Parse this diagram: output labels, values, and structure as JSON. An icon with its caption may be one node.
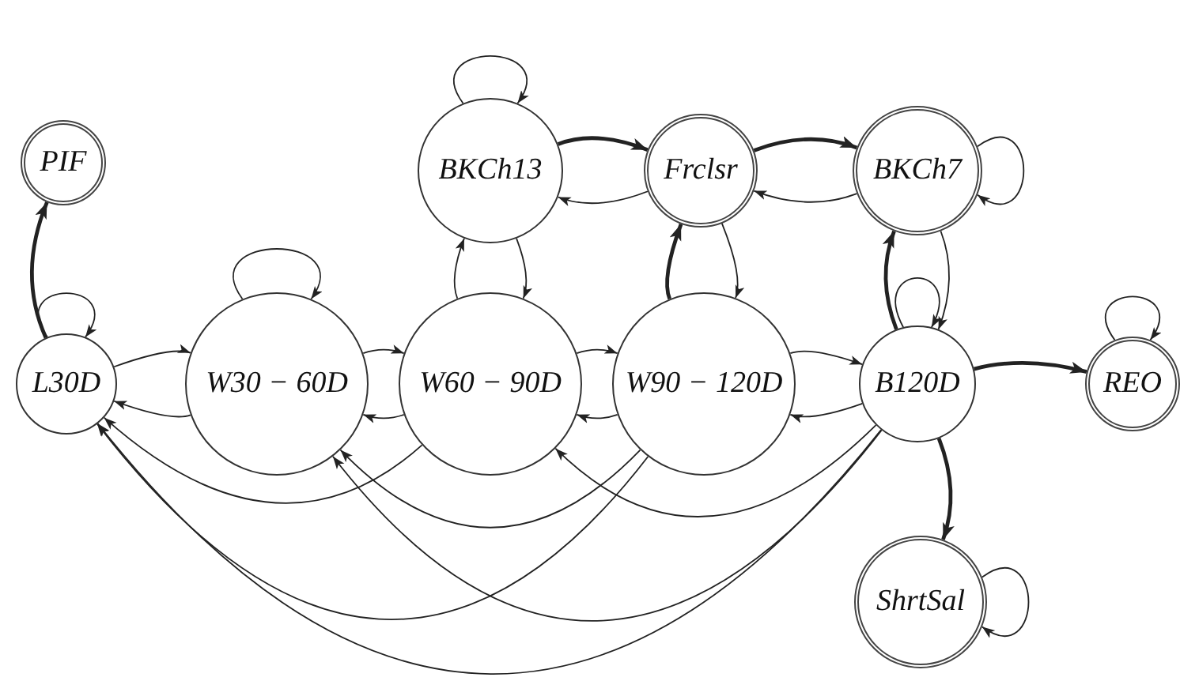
{
  "diagram": {
    "nodes": [
      {
        "text": [
          "PIF"
        ]
      },
      {
        "text": [
          "BKCh13"
        ]
      },
      {
        "text": [
          "Frclsr"
        ]
      },
      {
        "text": [
          "BKCh7"
        ]
      },
      {
        "text": [
          "L30D"
        ]
      },
      {
        "text": [
          "W30 − 60D"
        ]
      },
      {
        "text": [
          "W60 − 90D"
        ]
      },
      {
        "text": [
          "W90 − 120D"
        ]
      },
      {
        "text": [
          "B120D"
        ]
      },
      {
        "text": [
          "REO"
        ]
      },
      {
        "text": [
          "ShrtSal"
        ]
      }
    ],
    "edges": [
      {
        "from": 4,
        "to": 0,
        "arrow": "to",
        "style": "thick"
      },
      {
        "from": 4,
        "to": 4,
        "arrow": "to"
      },
      {
        "from": 4,
        "to": 5,
        "arrow": "to"
      },
      {
        "from": 5,
        "to": 4,
        "arrow": "to"
      },
      {
        "from": 5,
        "to": 5,
        "arrow": "to"
      },
      {
        "from": 5,
        "to": 6,
        "arrow": "to"
      },
      {
        "from": 6,
        "to": 5,
        "arrow": "to"
      },
      {
        "from": 6,
        "to": 1,
        "arrow": "to"
      },
      {
        "from": 1,
        "to": 6,
        "arrow": "to"
      },
      {
        "from": 1,
        "to": 1,
        "arrow": "to"
      },
      {
        "from": 1,
        "to": 2,
        "arrow": "to",
        "style": "thick"
      },
      {
        "from": 2,
        "to": 1,
        "arrow": "to"
      },
      {
        "from": 6,
        "to": 7,
        "arrow": "to"
      },
      {
        "from": 7,
        "to": 6,
        "arrow": "to"
      },
      {
        "from": 7,
        "to": 2,
        "arrow": "to",
        "style": "thick"
      },
      {
        "from": 2,
        "to": 7,
        "arrow": "to"
      },
      {
        "from": 2,
        "to": 3,
        "arrow": "to",
        "style": "thick"
      },
      {
        "from": 3,
        "to": 2,
        "arrow": "to"
      },
      {
        "from": 3,
        "to": 3,
        "arrow": "to"
      },
      {
        "from": 7,
        "to": 8,
        "arrow": "to"
      },
      {
        "from": 8,
        "to": 7,
        "arrow": "to"
      },
      {
        "from": 8,
        "to": 3,
        "arrow": "to",
        "style": "thick"
      },
      {
        "from": 3,
        "to": 8,
        "arrow": "to"
      },
      {
        "from": 8,
        "to": 8,
        "arrow": "to"
      },
      {
        "from": 8,
        "to": 9,
        "arrow": "to",
        "style": "thick"
      },
      {
        "from": 9,
        "to": 9,
        "arrow": "to"
      },
      {
        "from": 8,
        "to": 10,
        "arrow": "to",
        "style": "thick"
      },
      {
        "from": 10,
        "to": 10,
        "arrow": "to"
      },
      {
        "from": 6,
        "to": 4,
        "arrow": "to"
      },
      {
        "from": 7,
        "to": 5,
        "arrow": "to"
      },
      {
        "from": 7,
        "to": 4,
        "arrow": "to"
      },
      {
        "from": 8,
        "to": 6,
        "arrow": "to"
      },
      {
        "from": 8,
        "to": 5,
        "arrow": "to"
      },
      {
        "from": 8,
        "to": 4,
        "arrow": "to"
      }
    ]
  }
}
